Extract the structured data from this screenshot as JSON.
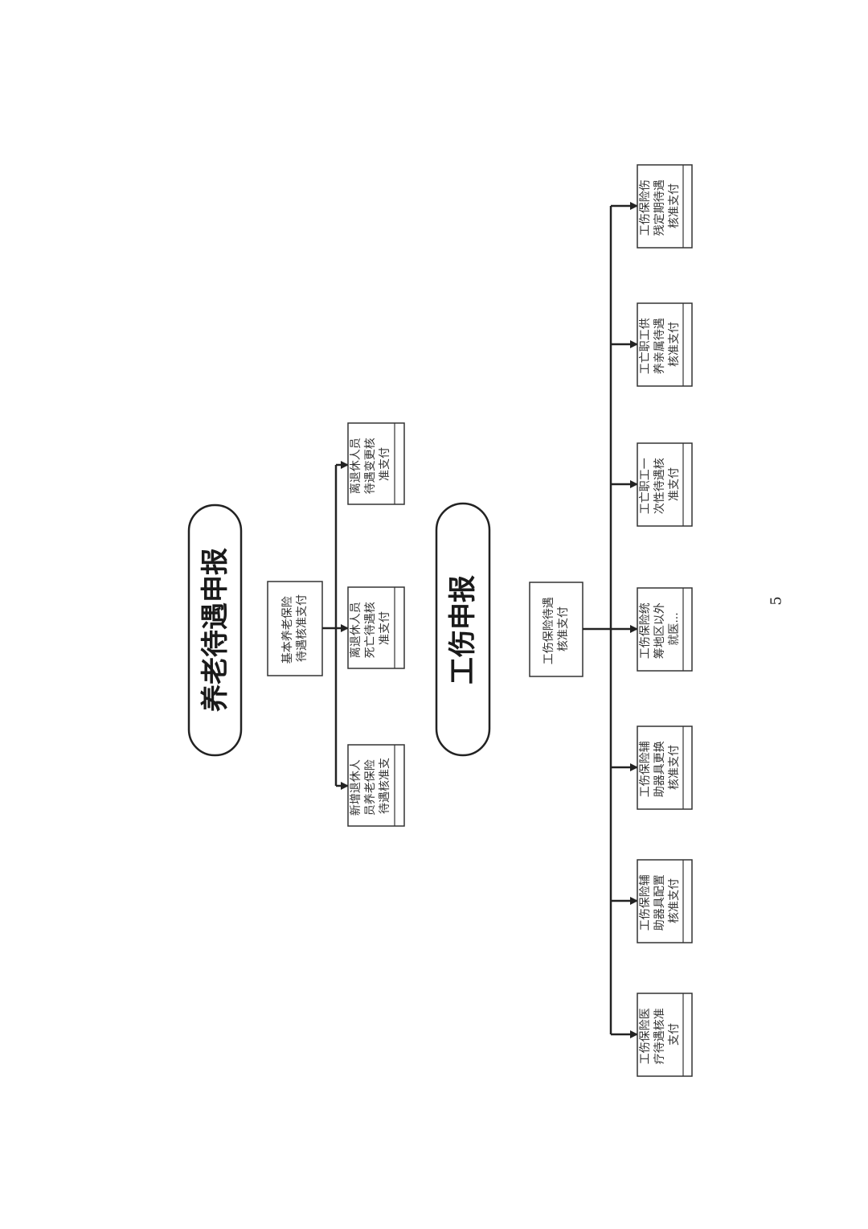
{
  "sections": [
    {
      "title": "养老待遇申报",
      "root": "基本养老保险待遇核准支付",
      "children": [
        "新增退休人员养老保险待遇核准支付",
        "离退休人员死亡待遇核准支付",
        "离退休人员待遇变更核准支付"
      ]
    },
    {
      "title": "工伤申报",
      "root": "工伤保险待遇核准支付",
      "children": [
        "工伤保险医疗待遇核准支付",
        "工伤保险辅助器具配置核准支付",
        "工伤保险辅助器具更换核准支付",
        "工伤保险统筹地区以外就医...支付",
        "工亡职工一次性待遇核准支付",
        "工亡职工供养亲属待遇核准支付",
        "工伤保险伤残定期待遇核准支付"
      ]
    }
  ],
  "page_number": "5"
}
